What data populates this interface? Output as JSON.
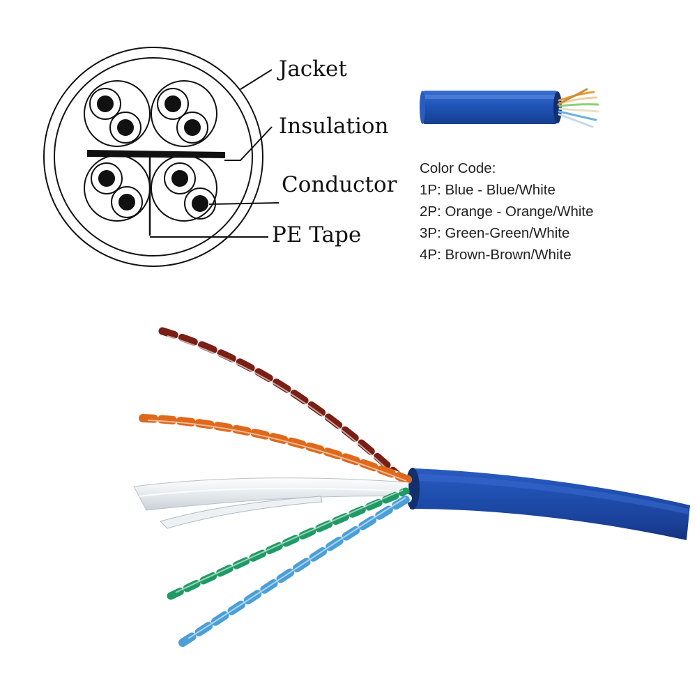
{
  "diagram": {
    "callouts": {
      "jacket": "Jacket",
      "insulation": "Insulation",
      "conductor": "Conductor",
      "pe_tape": "PE Tape"
    }
  },
  "color_code": {
    "heading": "Color Code:",
    "pairs": [
      "1P: Blue - Blue/White",
      "2P: Orange - Orange/White",
      "3P: Green-Green/White",
      "4P: Brown-Brown/White"
    ]
  },
  "colors": {
    "jacket_blue": "#1f4fb0",
    "pair_blue": "#4a9fd8",
    "pair_orange": "#e0681a",
    "pair_green": "#1f9a66",
    "pair_brown": "#7a1f16",
    "insulation_white": "#f2f4f6",
    "diagram_ink": "#111111"
  }
}
